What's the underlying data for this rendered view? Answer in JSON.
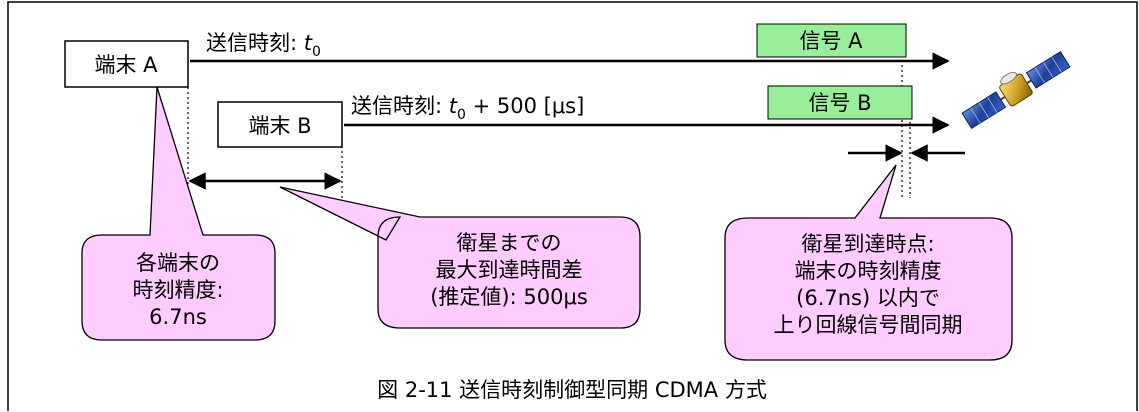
{
  "terminal_a": {
    "label": "端末 A",
    "tx_time_prefix": "送信時刻: ",
    "tx_time_var": "t",
    "tx_time_sub": "0"
  },
  "terminal_b": {
    "label": "端末 B",
    "tx_time_prefix": "送信時刻: ",
    "tx_time_var": "t",
    "tx_time_sub": "0",
    "tx_time_suffix": " + 500 [μs]"
  },
  "signal_a": {
    "label": "信号 A",
    "color": "#99ee99"
  },
  "signal_b": {
    "label": "信号 B",
    "color": "#99ee99"
  },
  "callouts": {
    "accuracy": {
      "lines": [
        "各端末の",
        "時刻精度:",
        "6.7ns"
      ]
    },
    "max_delay": {
      "lines": [
        "衛星までの",
        "最大到達時間差",
        "(推定値): 500μs"
      ]
    },
    "arrival": {
      "lines": [
        "衛星到達時点:",
        "端末の時刻精度",
        "(6.7ns) 以内で",
        "上り回線信号間同期"
      ]
    },
    "fill_color": "#ffccff"
  },
  "caption": "図 2-11 送信時刻制御型同期 CDMA 方式",
  "icons": {
    "satellite": "satellite-icon"
  }
}
